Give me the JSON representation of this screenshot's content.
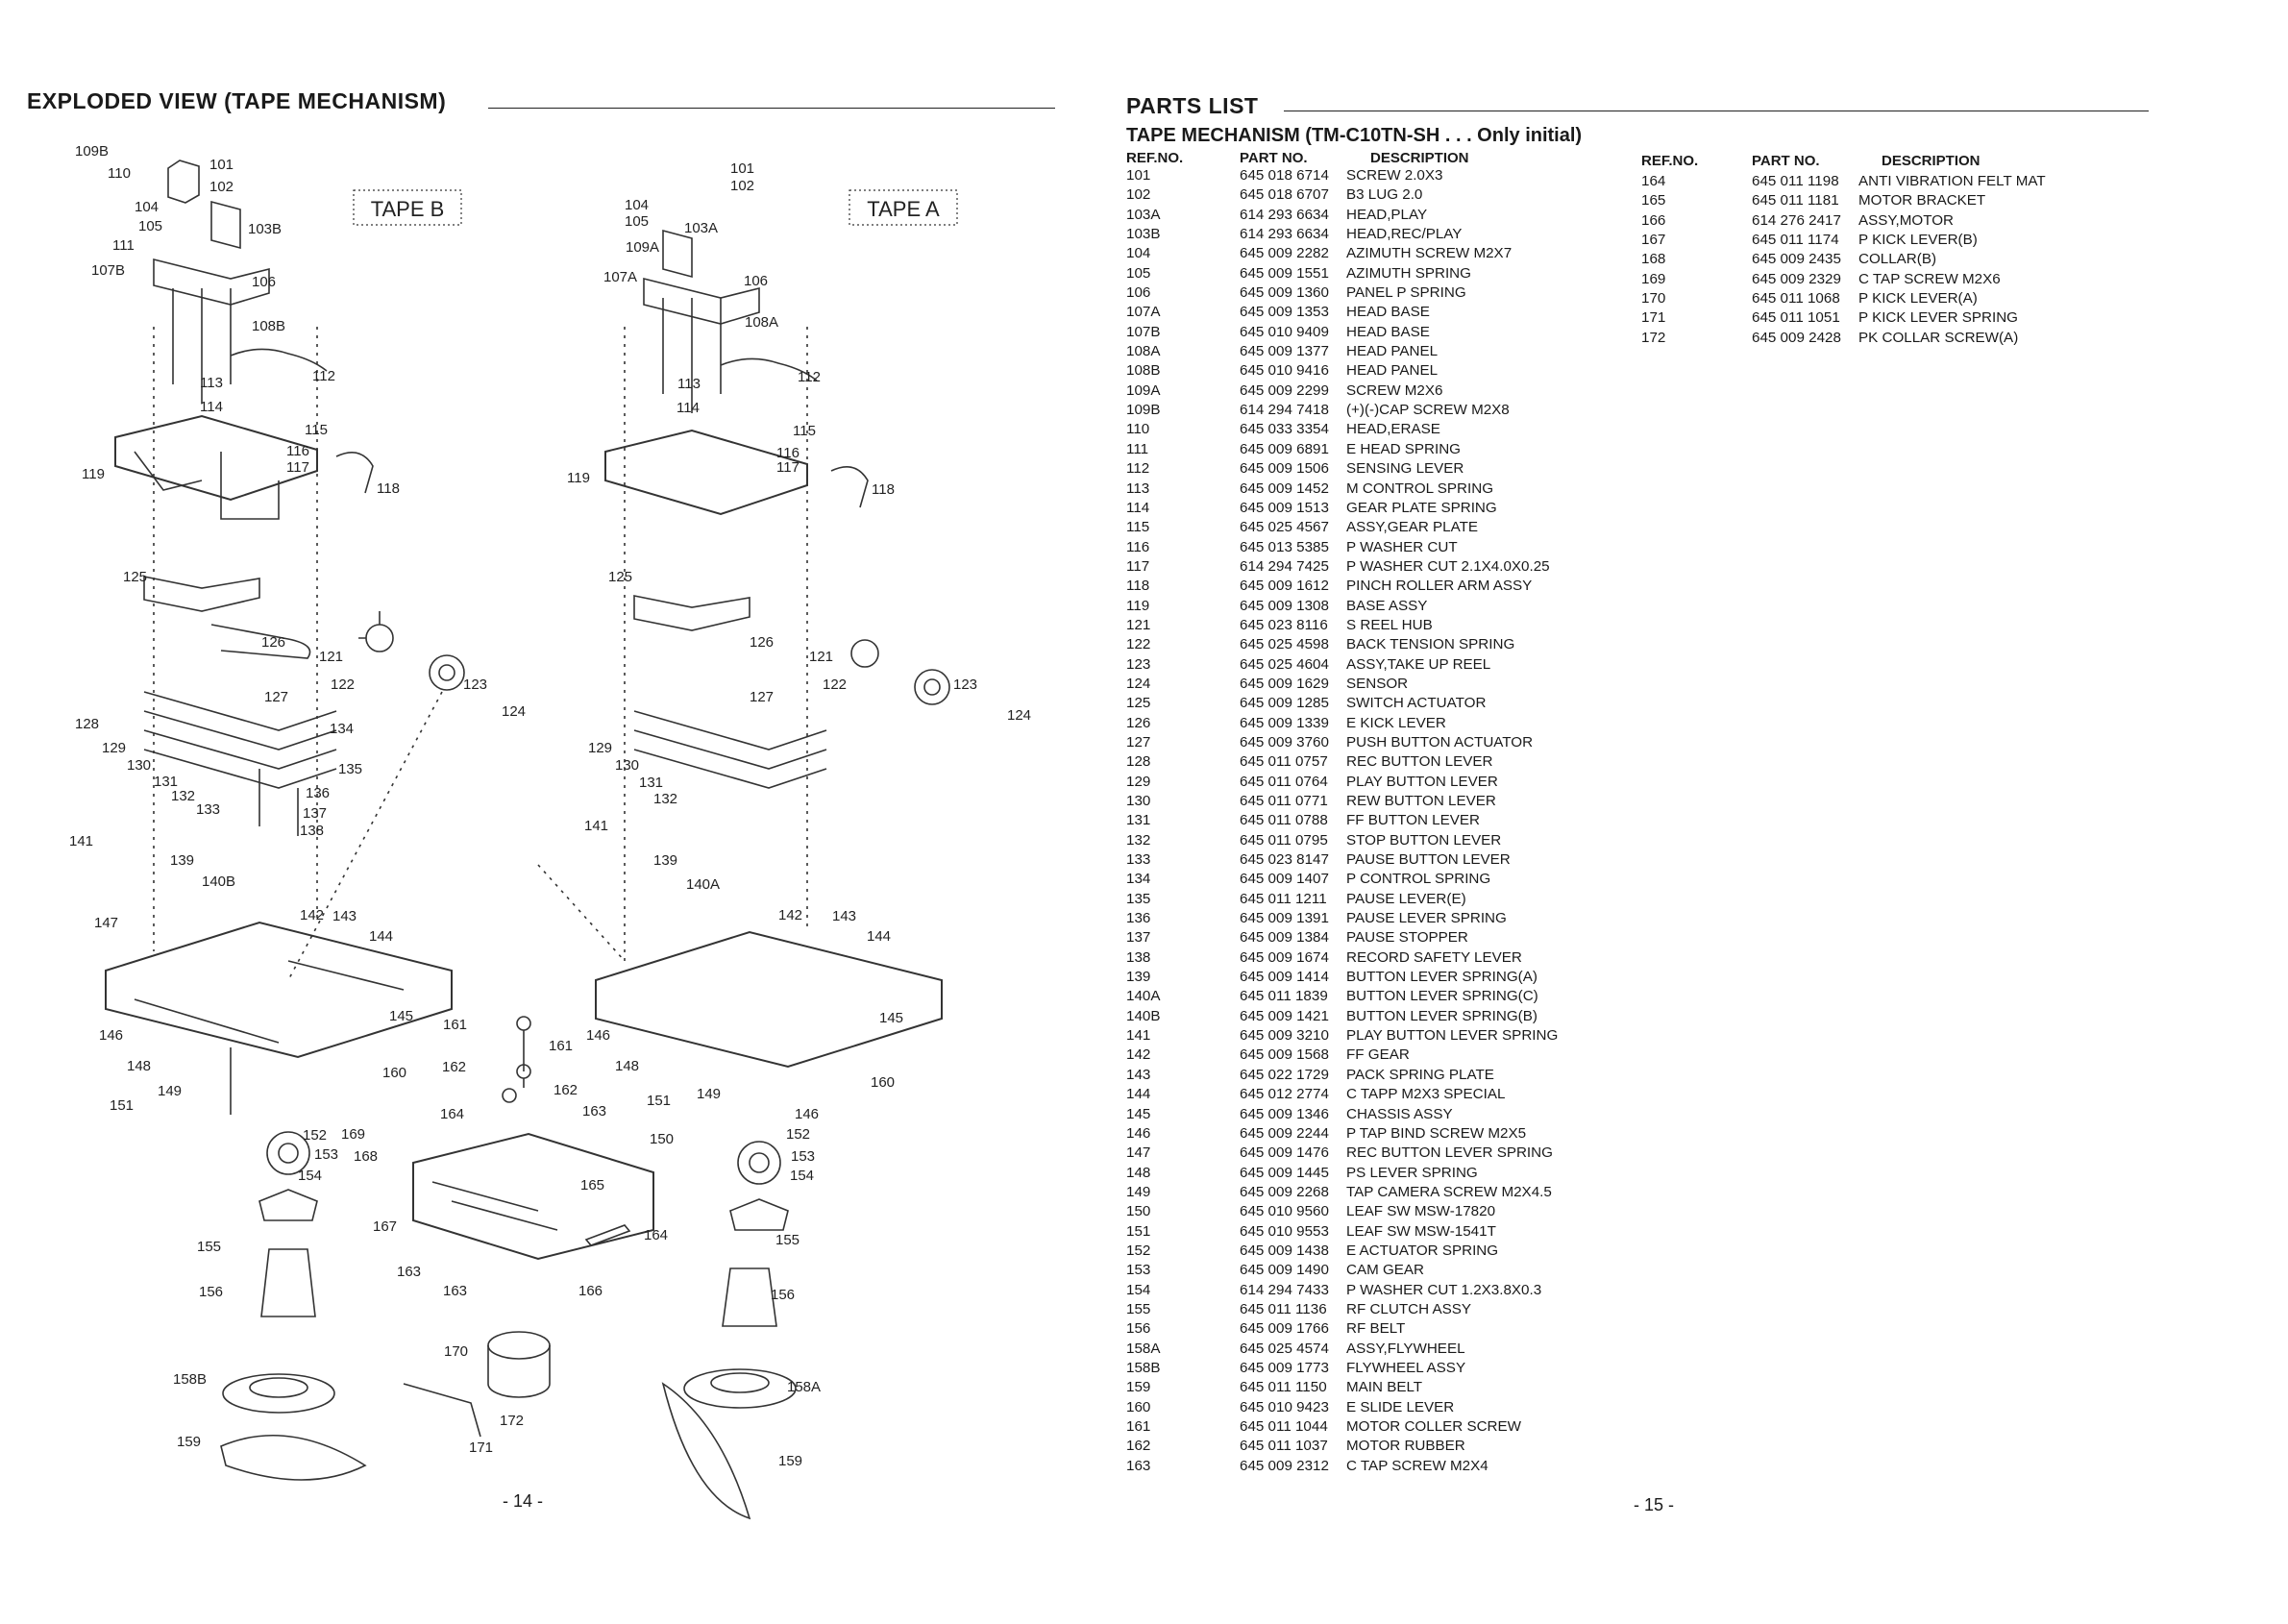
{
  "left_page": {
    "title": "EXPLODED VIEW (TAPE MECHANISM)",
    "page_number": "- 14 -",
    "box_labels": [
      "TAPE B",
      "TAPE A"
    ],
    "callouts": {
      "tape_b": [
        "109B",
        "110",
        "101",
        "102",
        "104",
        "105",
        "103B",
        "111",
        "107B",
        "106",
        "108B",
        "113",
        "112",
        "114",
        "115",
        "116",
        "117",
        "119",
        "118",
        "125",
        "126",
        "121",
        "122",
        "123",
        "124",
        "127",
        "128",
        "129",
        "130",
        "134",
        "135",
        "131",
        "132",
        "136",
        "133",
        "137",
        "138",
        "141",
        "139",
        "140B",
        "147",
        "142",
        "143",
        "144",
        "146",
        "145",
        "148",
        "160",
        "149",
        "151",
        "152",
        "169",
        "168",
        "153",
        "154",
        "155",
        "156",
        "158B",
        "159"
      ],
      "tape_a": [
        "101",
        "102",
        "104",
        "105",
        "103A",
        "109A",
        "107A",
        "106",
        "108A",
        "113",
        "112",
        "114",
        "115",
        "116",
        "117",
        "119",
        "118",
        "125",
        "126",
        "121",
        "122",
        "123",
        "124",
        "127",
        "129",
        "130",
        "131",
        "132",
        "141",
        "139",
        "140A",
        "142",
        "143",
        "144",
        "146",
        "145",
        "148",
        "151",
        "149",
        "160",
        "146",
        "150",
        "152",
        "153",
        "154",
        "155",
        "156",
        "158A",
        "159"
      ],
      "center": [
        "161",
        "161",
        "162",
        "162",
        "164",
        "163",
        "165",
        "167",
        "164",
        "163",
        "163",
        "166",
        "170",
        "172",
        "171"
      ]
    }
  },
  "right_page": {
    "title": "PARTS LIST",
    "subtitle": "TAPE MECHANISM (TM-C10TN-SH . . . Only initial)",
    "page_number": "- 15 -",
    "headers": {
      "ref": "REF.NO.",
      "part": "PART NO.",
      "desc": "DESCRIPTION"
    },
    "parts_col1": [
      [
        "101",
        "645 018 6714",
        "SCREW 2.0X3"
      ],
      [
        "102",
        "645 018 6707",
        "B3 LUG 2.0"
      ],
      [
        "103A",
        "614 293 6634",
        "HEAD,PLAY"
      ],
      [
        "103B",
        "614 293 6634",
        "HEAD,REC/PLAY"
      ],
      [
        "104",
        "645 009 2282",
        "AZIMUTH SCREW M2X7"
      ],
      [
        "105",
        "645 009 1551",
        "AZIMUTH SPRING"
      ],
      [
        "106",
        "645 009 1360",
        "PANEL P SPRING"
      ],
      [
        "107A",
        "645 009 1353",
        "HEAD BASE"
      ],
      [
        "107B",
        "645 010 9409",
        "HEAD BASE"
      ],
      [
        "108A",
        "645 009 1377",
        "HEAD PANEL"
      ],
      [
        "108B",
        "645 010 9416",
        "HEAD PANEL"
      ],
      [
        "109A",
        "645 009 2299",
        "SCREW M2X6"
      ],
      [
        "109B",
        "614 294 7418",
        "(+)(-)CAP SCREW M2X8"
      ],
      [
        "110",
        "645 033 3354",
        "HEAD,ERASE"
      ],
      [
        "111",
        "645 009 6891",
        "E HEAD SPRING"
      ],
      [
        "112",
        "645 009 1506",
        "SENSING LEVER"
      ],
      [
        "113",
        "645 009 1452",
        "M CONTROL SPRING"
      ],
      [
        "114",
        "645 009 1513",
        "GEAR PLATE SPRING"
      ],
      [
        "115",
        "645 025 4567",
        "ASSY,GEAR PLATE"
      ],
      [
        "116",
        "645 013 5385",
        "P WASHER CUT"
      ],
      [
        "117",
        "614 294 7425",
        "P WASHER CUT 2.1X4.0X0.25"
      ],
      [
        "118",
        "645 009 1612",
        "PINCH ROLLER ARM ASSY"
      ],
      [
        "119",
        "645 009 1308",
        "BASE ASSY"
      ],
      [
        "121",
        "645 023 8116",
        "S REEL HUB"
      ],
      [
        "122",
        "645 025 4598",
        "BACK TENSION SPRING"
      ],
      [
        "123",
        "645 025 4604",
        "ASSY,TAKE UP REEL"
      ],
      [
        "124",
        "645 009 1629",
        "SENSOR"
      ],
      [
        "125",
        "645 009 1285",
        "SWITCH ACTUATOR"
      ],
      [
        "126",
        "645 009 1339",
        "E KICK LEVER"
      ],
      [
        "127",
        "645 009 3760",
        "PUSH BUTTON ACTUATOR"
      ],
      [
        "128",
        "645 011 0757",
        "REC BUTTON LEVER"
      ],
      [
        "129",
        "645 011 0764",
        "PLAY BUTTON LEVER"
      ],
      [
        "130",
        "645 011 0771",
        "REW BUTTON LEVER"
      ],
      [
        "131",
        "645 011 0788",
        "FF BUTTON LEVER"
      ],
      [
        "132",
        "645 011 0795",
        "STOP BUTTON LEVER"
      ],
      [
        "133",
        "645 023 8147",
        "PAUSE BUTTON LEVER"
      ],
      [
        "134",
        "645 009 1407",
        "P CONTROL SPRING"
      ],
      [
        "135",
        "645 011 1211",
        "PAUSE LEVER(E)"
      ],
      [
        "136",
        "645 009 1391",
        "PAUSE LEVER SPRING"
      ],
      [
        "137",
        "645 009 1384",
        "PAUSE STOPPER"
      ],
      [
        "138",
        "645 009 1674",
        "RECORD SAFETY LEVER"
      ],
      [
        "139",
        "645 009 1414",
        "BUTTON LEVER SPRING(A)"
      ],
      [
        "140A",
        "645 011 1839",
        "BUTTON LEVER SPRING(C)"
      ],
      [
        "140B",
        "645 009 1421",
        "BUTTON LEVER SPRING(B)"
      ],
      [
        "141",
        "645 009 3210",
        "PLAY BUTTON LEVER SPRING"
      ],
      [
        "142",
        "645 009 1568",
        "FF GEAR"
      ],
      [
        "143",
        "645 022 1729",
        "PACK SPRING PLATE"
      ],
      [
        "144",
        "645 012 2774",
        "C TAPP M2X3 SPECIAL"
      ],
      [
        "145",
        "645 009 1346",
        "CHASSIS ASSY"
      ],
      [
        "146",
        "645 009 2244",
        "P TAP BIND SCREW M2X5"
      ],
      [
        "147",
        "645 009 1476",
        "REC BUTTON LEVER SPRING"
      ],
      [
        "148",
        "645 009 1445",
        "PS LEVER SPRING"
      ],
      [
        "149",
        "645 009 2268",
        "TAP CAMERA SCREW M2X4.5"
      ],
      [
        "150",
        "645 010 9560",
        "LEAF SW MSW-17820"
      ],
      [
        "151",
        "645 010 9553",
        "LEAF SW MSW-1541T"
      ],
      [
        "152",
        "645 009 1438",
        "E ACTUATOR SPRING"
      ],
      [
        "153",
        "645 009 1490",
        "CAM GEAR"
      ],
      [
        "154",
        "614 294 7433",
        "P WASHER CUT 1.2X3.8X0.3"
      ],
      [
        "155",
        "645 011 1136",
        "RF CLUTCH ASSY"
      ],
      [
        "156",
        "645 009 1766",
        "RF BELT"
      ],
      [
        "158A",
        "645 025 4574",
        "ASSY,FLYWHEEL"
      ],
      [
        "158B",
        "645 009 1773",
        "FLYWHEEL ASSY"
      ],
      [
        "159",
        "645 011 1150",
        "MAIN BELT"
      ],
      [
        "160",
        "645 010 9423",
        "E SLIDE LEVER"
      ],
      [
        "161",
        "645 011 1044",
        "MOTOR COLLER SCREW"
      ],
      [
        "162",
        "645 011 1037",
        "MOTOR RUBBER"
      ],
      [
        "163",
        "645 009 2312",
        "C TAP SCREW M2X4"
      ]
    ],
    "parts_col2": [
      [
        "164",
        "645 011 1198",
        "ANTI VIBRATION FELT MAT"
      ],
      [
        "165",
        "645 011 1181",
        "MOTOR BRACKET"
      ],
      [
        "166",
        "614 276 2417",
        "ASSY,MOTOR"
      ],
      [
        "167",
        "645 011 1174",
        "P KICK LEVER(B)"
      ],
      [
        "168",
        "645 009 2435",
        "COLLAR(B)"
      ],
      [
        "169",
        "645 009 2329",
        "C TAP SCREW M2X6"
      ],
      [
        "170",
        "645 011 1068",
        "P KICK LEVER(A)"
      ],
      [
        "171",
        "645 011 1051",
        "P KICK LEVER SPRING"
      ],
      [
        "172",
        "645 009 2428",
        "PK COLLAR SCREW(A)"
      ]
    ]
  }
}
